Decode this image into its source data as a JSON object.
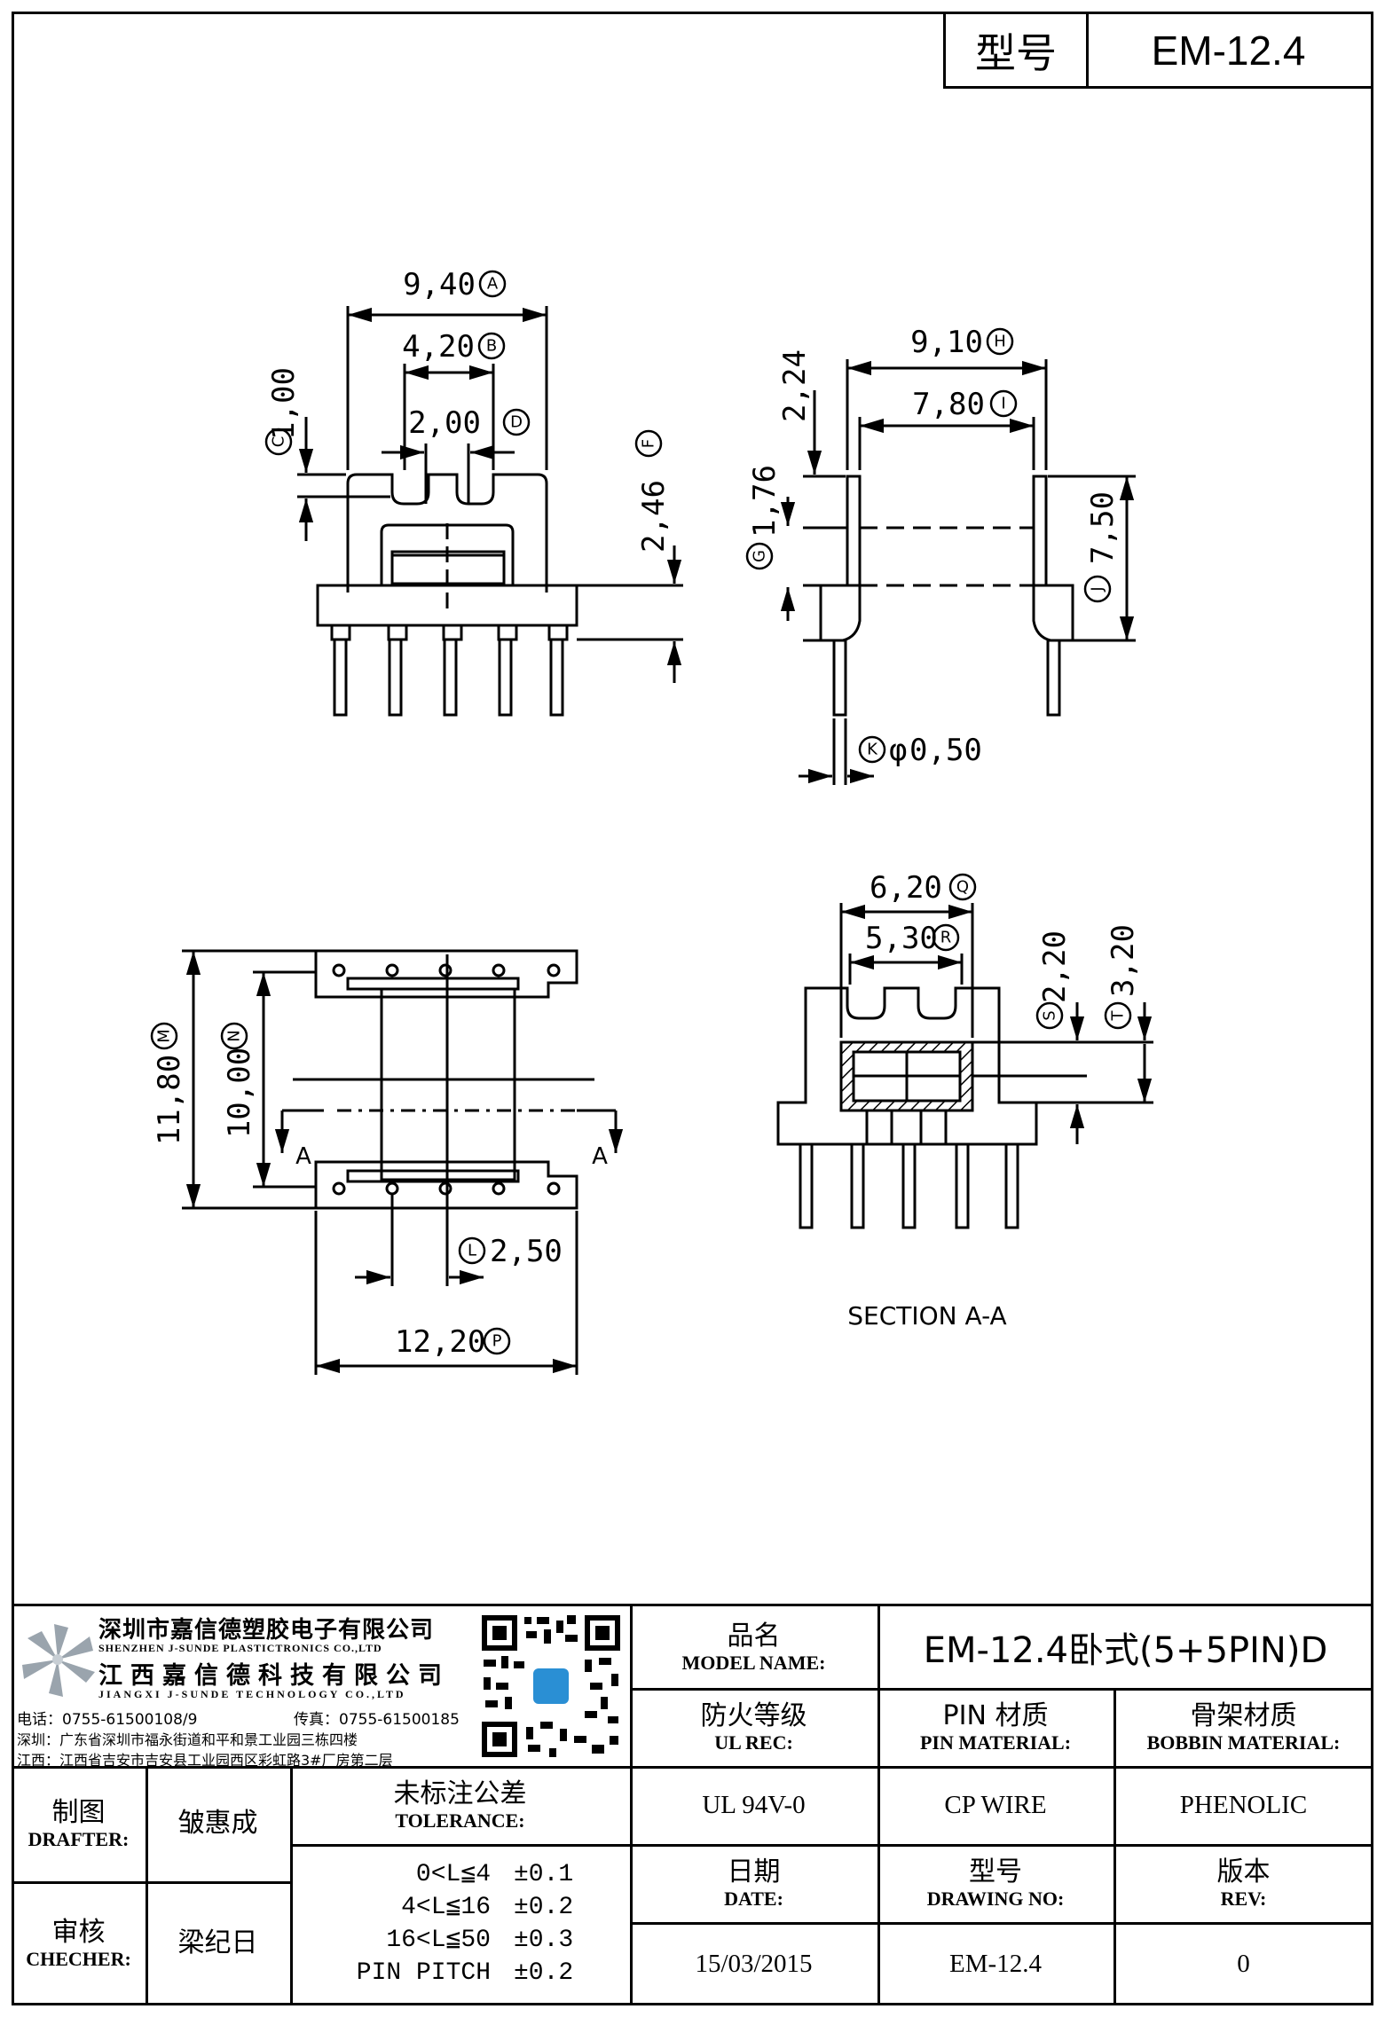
{
  "header": {
    "model_label": "型号",
    "model_value": "EM-12.4"
  },
  "dimensions": {
    "A": "9,40",
    "B": "4,20",
    "C": "1,00",
    "D": "2,00",
    "F": "2,46",
    "H": "9,10",
    "I": "7,80",
    "J": "7,50",
    "G": "1,76",
    "top_gap": "2,24",
    "K": "0,50",
    "K_prefix": "φ",
    "M": "11,80",
    "N": "10,00",
    "L": "2,50",
    "P": "12,20",
    "Q": "6,20",
    "R": "5,30",
    "S": "2,20",
    "T": "3,20"
  },
  "letters": {
    "A": "A",
    "B": "B",
    "C": "C",
    "D": "D",
    "F": "F",
    "H": "H",
    "I": "I",
    "J": "J",
    "G": "G",
    "K": "K",
    "M": "M",
    "N": "N",
    "L": "L",
    "P": "P",
    "Q": "Q",
    "R": "R",
    "S": "S",
    "T": "T"
  },
  "section": {
    "arrow_label": "A",
    "caption": "SECTION A-A"
  },
  "company": {
    "name_cn": "深圳市嘉信德塑胶电子有限公司",
    "name_en": "SHENZHEN J-SUNDE PLASTICTRONICS CO.,LTD",
    "name2_cn": "江西嘉信德科技有限公司",
    "name2_en": "JIANGXI J-SUNDE TECHNOLOGY CO.,LTD",
    "phone": "电话：0755-61500108/9",
    "fax": "传真：0755-61500185",
    "addr1": "深圳：广东省深圳市福永街道和平和景工业园三栋四楼",
    "addr2": "江西：江西省吉安市吉安县工业园西区彩虹路3#厂房第二层"
  },
  "title_block": {
    "model_name_cn": "品名",
    "model_name_en": "MODEL NAME:",
    "model_name_value": "EM-12.4卧式(5+5PIN)D",
    "ul_cn": "防火等级",
    "ul_en": "UL REC:",
    "ul_value": "UL 94V-0",
    "pin_cn": "PIN 材质",
    "pin_en": "PIN MATERIAL:",
    "pin_value": "CP WIRE",
    "bobbin_cn": "骨架材质",
    "bobbin_en": "BOBBIN MATERIAL:",
    "bobbin_value": "PHENOLIC",
    "drafter_cn": "制图",
    "drafter_en": "DRAFTER:",
    "drafter_value": "皱惠成",
    "checker_cn": "审核",
    "checker_en": "CHECHER:",
    "checker_value": "梁纪日",
    "tol_cn": "未标注公差",
    "tol_en": "TOLERANCE:",
    "tolerance": [
      {
        "range": "0<L≦4",
        "value": "±0.1"
      },
      {
        "range": "4<L≦16",
        "value": "±0.2"
      },
      {
        "range": "16<L≦50",
        "value": "±0.3"
      },
      {
        "range": "PIN PITCH",
        "value": "±0.2"
      }
    ],
    "date_cn": "日期",
    "date_en": "DATE:",
    "date_value": "15/03/2015",
    "drawing_cn": "型号",
    "drawing_en": "DRAWING NO:",
    "drawing_value": "EM-12.4",
    "rev_cn": "版本",
    "rev_en": "REV:",
    "rev_value": "0"
  }
}
